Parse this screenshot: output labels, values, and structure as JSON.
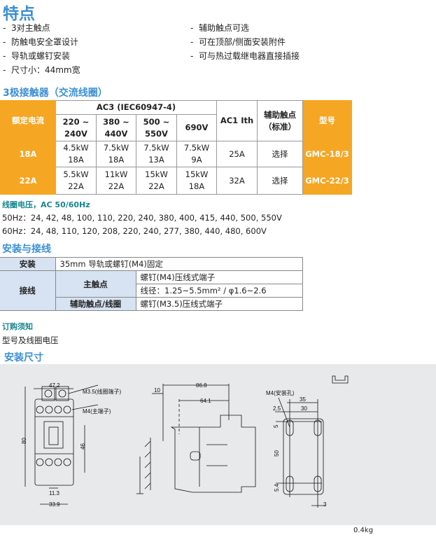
{
  "features": {
    "title": "特点",
    "left": [
      "3对主触点",
      "防触电安全罩设计",
      "导轨或螺钉安装",
      "尺寸小：44mm宽"
    ],
    "right": [
      "辅助触点可选",
      "可在顶部/侧面安装附件",
      "可与热过载继电器直接插接"
    ]
  },
  "contactor": {
    "title": "3极接触器（交流线圈）",
    "headers": {
      "rated": "额定电流",
      "ac3": "AC3 (IEC60947-4)",
      "v1": "220 ~ 240V",
      "v2": "380 ~ 440V",
      "v3": "500 ~ 550V",
      "v4": "690V",
      "ac1": "AC1 Ith",
      "aux": "辅助触点（标准）",
      "model": "型号"
    },
    "rows": [
      {
        "rated": "18A",
        "c1": [
          "4.5kW",
          "18A"
        ],
        "c2": [
          "7.5kW",
          "18A"
        ],
        "c3": [
          "7.5kW",
          "13A"
        ],
        "c4": [
          "7.5kW",
          "9A"
        ],
        "ac1": "25A",
        "aux": "选择",
        "model": "GMC-18/3"
      },
      {
        "rated": "22A",
        "c1": [
          "5.5kW",
          "22A"
        ],
        "c2": [
          "11kW",
          "22A"
        ],
        "c3": [
          "15kW",
          "22A"
        ],
        "c4": [
          "15kW",
          "18A"
        ],
        "ac1": "32A",
        "aux": "选择",
        "model": "GMC-22/3"
      }
    ]
  },
  "coil": {
    "title": "线圈电压，AC 50/60Hz",
    "hz50": "50Hz：24, 42, 48, 100, 110, 220, 240, 380, 400, 415, 440, 500, 550V",
    "hz60": "60Hz：24, 48, 110, 120, 208, 220, 240, 277, 380, 440, 480, 600V"
  },
  "install": {
    "title": "安装与接线",
    "mount_label": "安装",
    "mount_value": "35mm 导轨或螺钉(M4)固定",
    "wiring_label": "接线",
    "main_label": "主触点",
    "main_v1": "螺钉(M4)压线式端子",
    "main_v2": "线径：1.25~5.5mm² / φ1.6~2.6",
    "aux_label": "辅助触点/线圈",
    "aux_value": "螺钉(M3.5)压线式端子"
  },
  "order": {
    "title": "订购须知",
    "text": "型号及线圈电压"
  },
  "dims": {
    "title": "安装尺寸",
    "front": {
      "w": "47.2",
      "coil_term": "M3.5(线圈端子)",
      "main_term": "M4(主端子)",
      "h": "80",
      "h2": "46",
      "b1": "11.3",
      "b2": "33.9"
    },
    "side": {
      "d0": "10",
      "d1": "86.8",
      "d2": "64.1"
    },
    "mount": {
      "hole": "M4(安装孔)",
      "a": "35",
      "b": "2.5",
      "c": "30",
      "d": "5",
      "e": "50",
      "f": "5.4",
      "g": "3"
    },
    "weight": "0.4kg"
  }
}
